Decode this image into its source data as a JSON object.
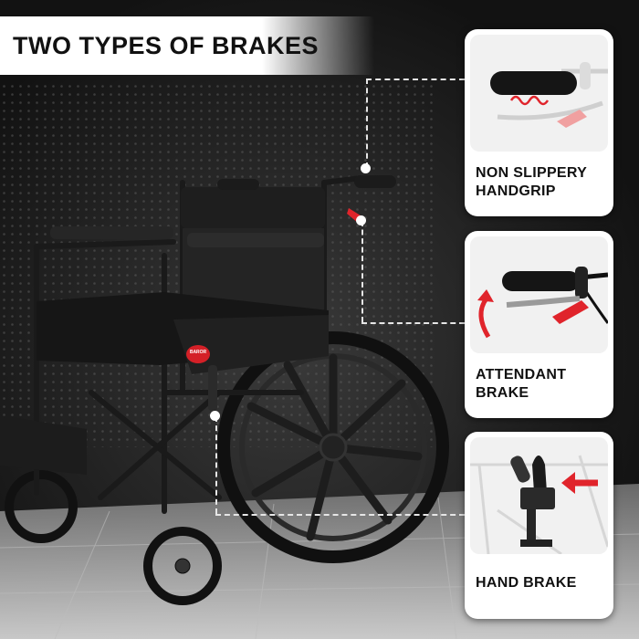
{
  "title": "TWO TYPES OF BRAKES",
  "brand_badge": "BAROR",
  "cards": [
    {
      "line1": "NON SLIPPERY",
      "line2": "HANDGRIP",
      "icon": "handgrip-icon"
    },
    {
      "line1": "ATTENDANT",
      "line2": "BRAKE",
      "icon": "attendant-brake-icon"
    },
    {
      "line1": "HAND BRAKE",
      "line2": "",
      "icon": "hand-brake-icon"
    }
  ],
  "colors": {
    "accent_red": "#e0242b",
    "card_bg": "#ffffff",
    "background": "#1a1a1a"
  }
}
